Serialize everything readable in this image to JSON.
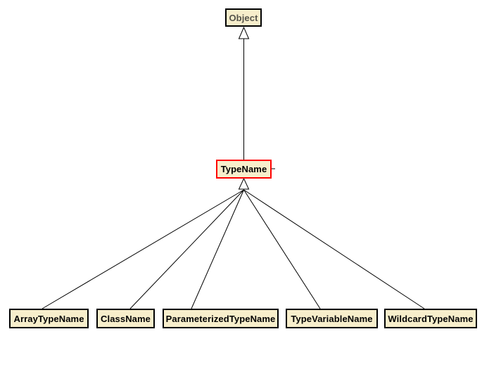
{
  "diagram": {
    "type": "uml-class-inheritance-hierarchy",
    "nodes": [
      {
        "id": "object",
        "label": "Object",
        "kind": "external-superclass",
        "highlighted": false
      },
      {
        "id": "typename",
        "label": "TypeName",
        "kind": "current-class",
        "highlighted": true
      },
      {
        "id": "arraytypename",
        "label": "ArrayTypeName",
        "kind": "subclass",
        "highlighted": false
      },
      {
        "id": "classname",
        "label": "ClassName",
        "kind": "subclass",
        "highlighted": false
      },
      {
        "id": "parameterizedtypename",
        "label": "ParameterizedTypeName",
        "kind": "subclass",
        "highlighted": false
      },
      {
        "id": "typevariablename",
        "label": "TypeVariableName",
        "kind": "subclass",
        "highlighted": false
      },
      {
        "id": "wildcardtypename",
        "label": "WildcardTypeName",
        "kind": "subclass",
        "highlighted": false
      }
    ],
    "edges": [
      {
        "from": "TypeName",
        "to": "Object",
        "type": "generalization"
      },
      {
        "from": "ArrayTypeName",
        "to": "TypeName",
        "type": "generalization"
      },
      {
        "from": "ClassName",
        "to": "TypeName",
        "type": "generalization"
      },
      {
        "from": "ParameterizedTypeName",
        "to": "TypeName",
        "type": "generalization"
      },
      {
        "from": "TypeVariableName",
        "to": "TypeName",
        "type": "generalization"
      },
      {
        "from": "WildcardTypeName",
        "to": "TypeName",
        "type": "generalization"
      }
    ],
    "colors": {
      "node_fill": "#F7EECB",
      "node_border": "#000000",
      "highlight_border": "#FF0000",
      "node_text": "#000000",
      "external_text": "#55544B",
      "edge": "#000000",
      "background": "#FFFFFF"
    }
  }
}
